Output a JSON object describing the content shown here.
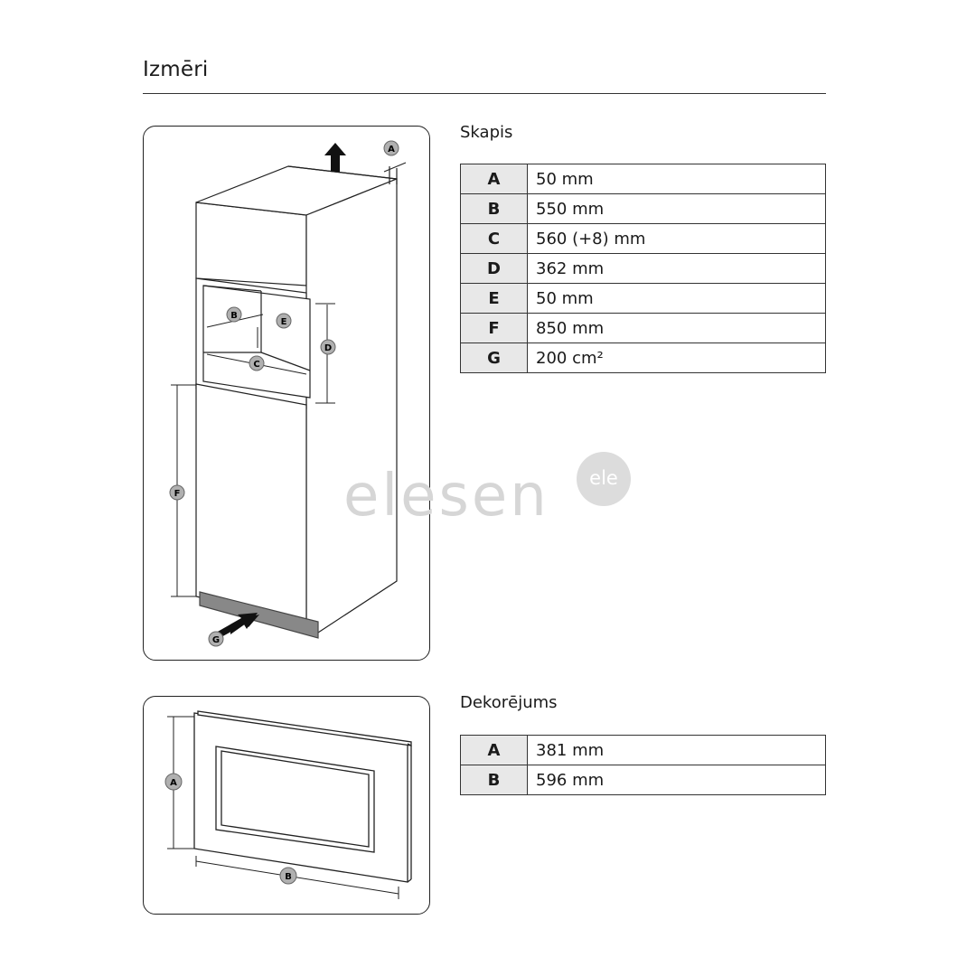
{
  "page": {
    "title": "Izmēri"
  },
  "cabinet": {
    "heading": "Skapis",
    "rows": [
      {
        "key": "A",
        "value": "50 mm"
      },
      {
        "key": "B",
        "value": "550 mm"
      },
      {
        "key": "C",
        "value": "560 (+8) mm"
      },
      {
        "key": "D",
        "value": "362 mm"
      },
      {
        "key": "E",
        "value": "50 mm"
      },
      {
        "key": "F",
        "value": "850 mm"
      },
      {
        "key": "G",
        "value": "200 cm²"
      }
    ],
    "diagram_labels": {
      "a": "A",
      "b": "B",
      "c": "C",
      "d": "D",
      "e": "E",
      "f": "F",
      "g": "G"
    }
  },
  "trim": {
    "heading": "Dekorējums",
    "rows": [
      {
        "key": "A",
        "value": "381 mm"
      },
      {
        "key": "B",
        "value": "596 mm"
      }
    ],
    "diagram_labels": {
      "a": "A",
      "b": "B"
    }
  },
  "watermark": {
    "text": "elesen",
    "logo": "ele"
  }
}
